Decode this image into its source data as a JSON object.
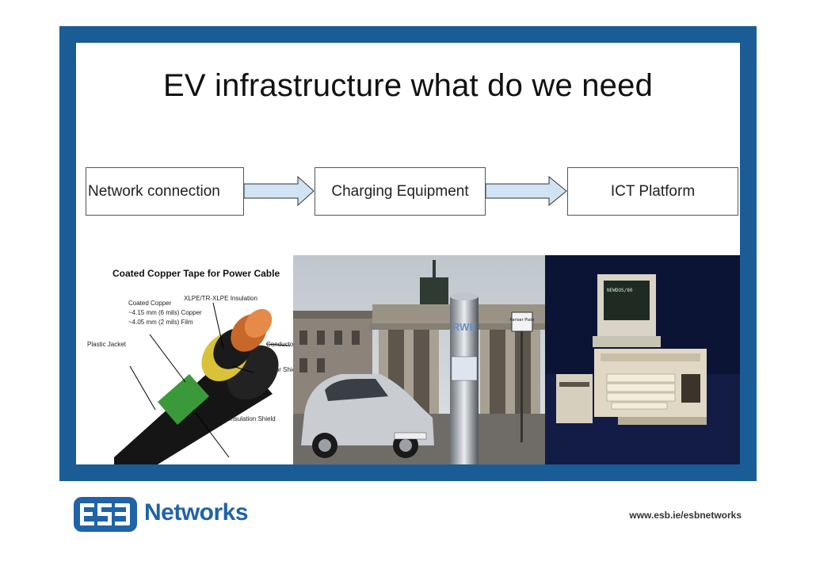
{
  "slide": {
    "title": "EV infrastructure what do we need"
  },
  "flow": {
    "steps": [
      "Network connection",
      "Charging Equipment",
      "ICT Platform"
    ]
  },
  "cable_diagram": {
    "title": "Coated Copper Tape for Power Cable",
    "labels": {
      "coated_copper": "Coated Copper",
      "copper_spec": "~4.15 mm (6 mils) Copper",
      "film_spec": "~4.05 mm (2 mils) Film",
      "insulation": "XLPE/TR-XLPE Insulation",
      "plastic_jacket": "Plastic Jacket",
      "conductor": "Conductor",
      "conductor_shield": "Conductor Shield",
      "insulation_shield": "Insulation Shield"
    }
  },
  "charging_photo": {
    "sign": "Pariser Platz",
    "brand": "RWE"
  },
  "computer_photo": {
    "screen_text": "NEWDOS/80"
  },
  "footer": {
    "logo_text": "ESB",
    "brand": "Networks",
    "url": "www.esb.ie/esbnetworks"
  },
  "colors": {
    "frame": "#1a5d96",
    "brand_blue": "#1f63a8",
    "arrow_fill": "#cfe3f3"
  }
}
